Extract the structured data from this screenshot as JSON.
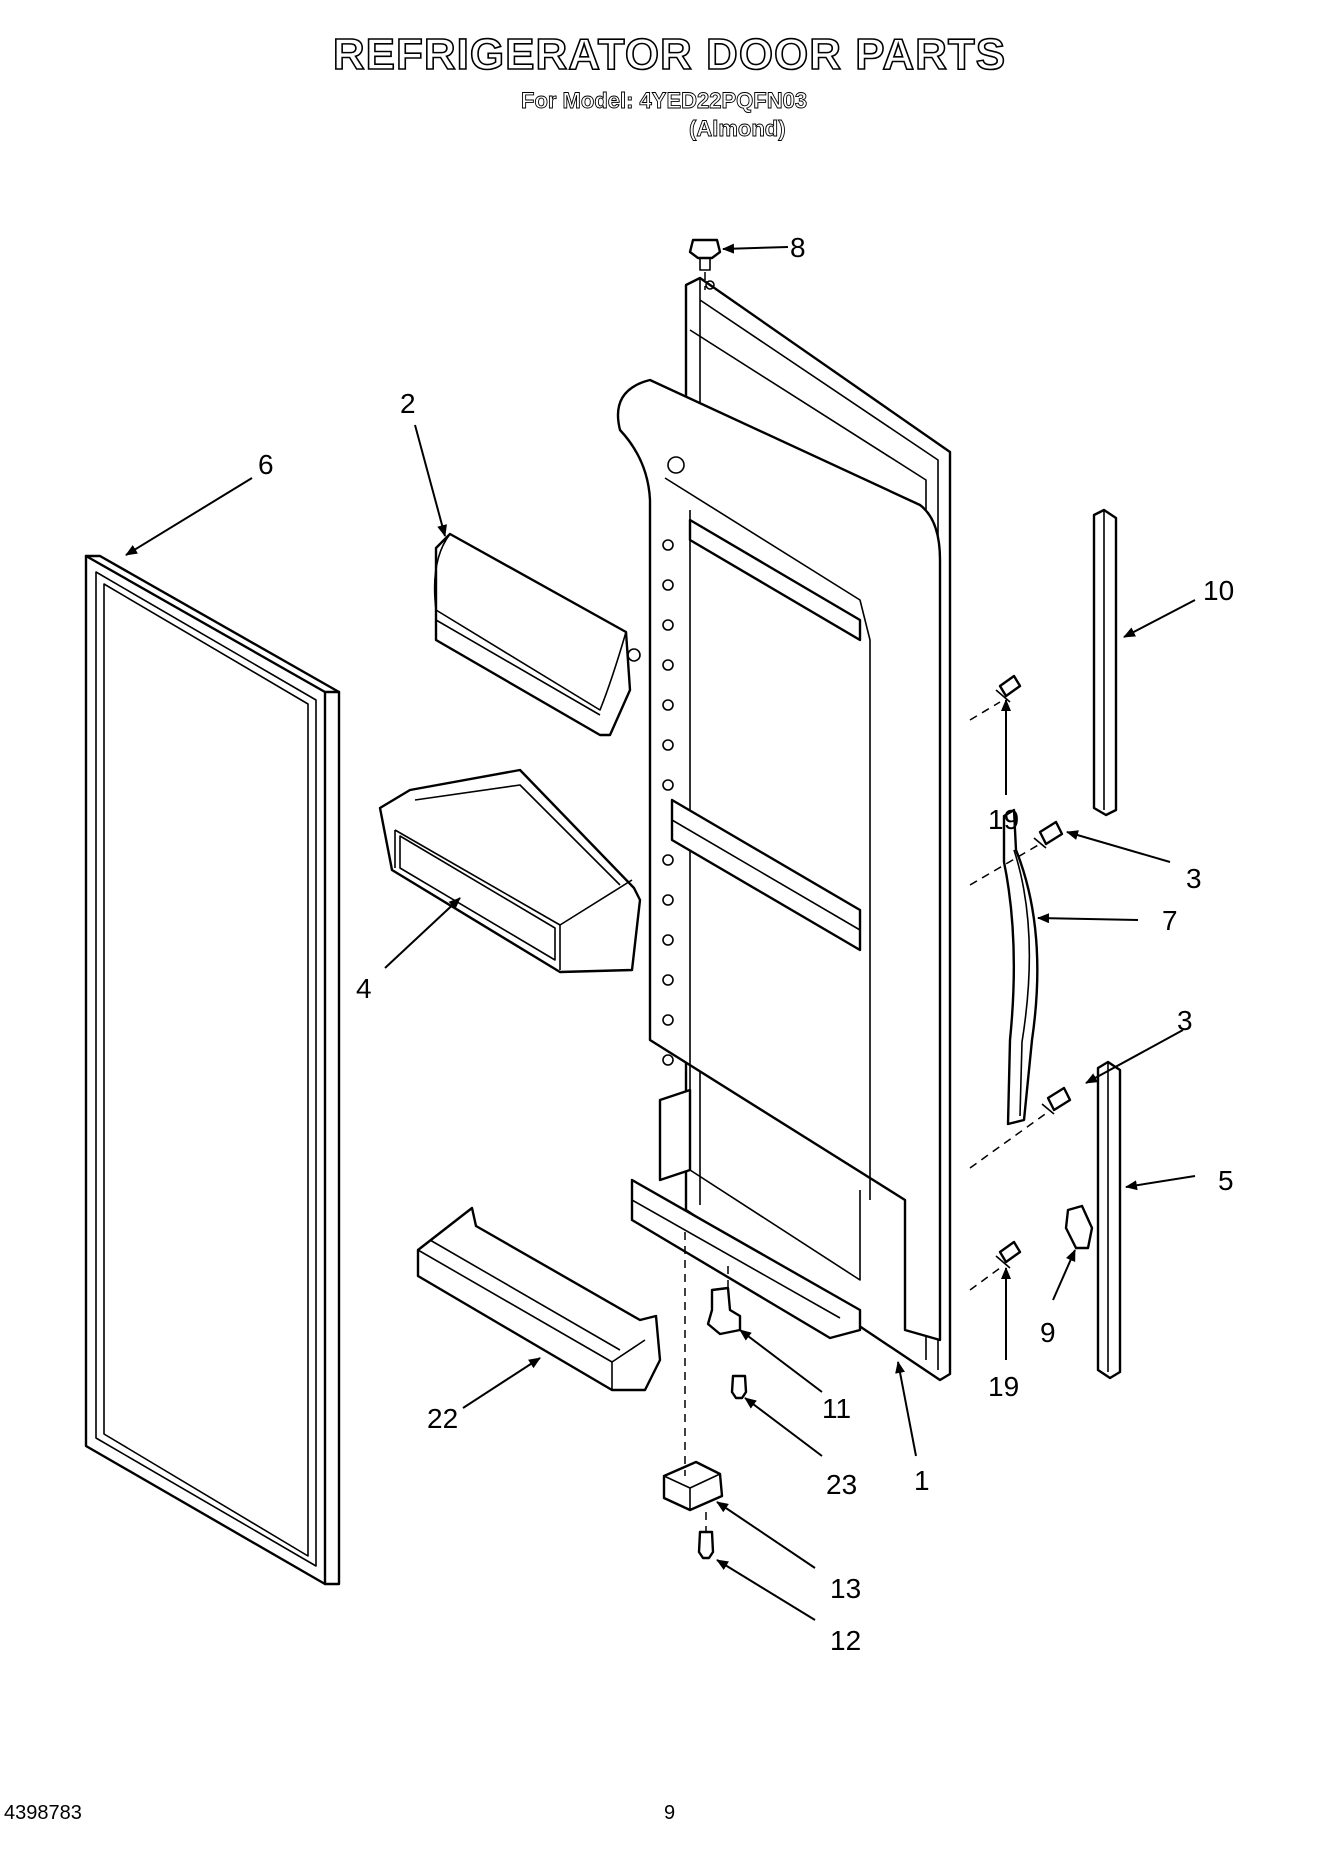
{
  "header": {
    "title": "REFRIGERATOR DOOR PARTS",
    "model_line": "For Model: 4YED22PQFN03",
    "color_line": "(Almond)"
  },
  "footer": {
    "doc_number": "4398783",
    "page_number": "9"
  },
  "callouts": [
    {
      "id": "c8",
      "text": "8"
    },
    {
      "id": "c2",
      "text": "2"
    },
    {
      "id": "c6",
      "text": "6"
    },
    {
      "id": "c10",
      "text": "10"
    },
    {
      "id": "c19a",
      "text": "19"
    },
    {
      "id": "c3a",
      "text": "3"
    },
    {
      "id": "c7",
      "text": "7"
    },
    {
      "id": "c4",
      "text": "4"
    },
    {
      "id": "c3b",
      "text": "3"
    },
    {
      "id": "c5",
      "text": "5"
    },
    {
      "id": "c9",
      "text": "9"
    },
    {
      "id": "c19b",
      "text": "19"
    },
    {
      "id": "c22",
      "text": "22"
    },
    {
      "id": "c11",
      "text": "11"
    },
    {
      "id": "c23",
      "text": "23"
    },
    {
      "id": "c1",
      "text": "1"
    },
    {
      "id": "c13",
      "text": "13"
    },
    {
      "id": "c12",
      "text": "12"
    }
  ]
}
